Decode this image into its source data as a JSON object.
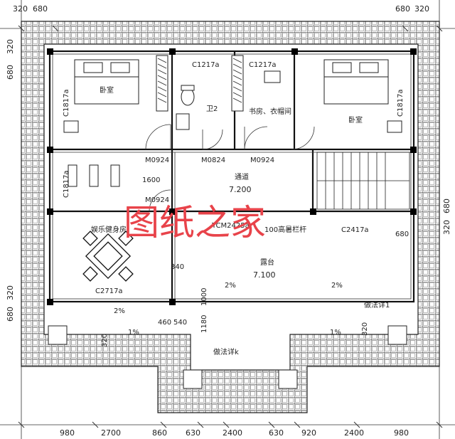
{
  "dims_top": [
    "320",
    "680",
    "680",
    "320"
  ],
  "dims_bottom": [
    "980",
    "2700",
    "860",
    "630",
    "2400",
    "630",
    "920",
    "2400",
    "980"
  ],
  "dims_left": [
    "320",
    "680",
    "320",
    "680"
  ],
  "dims_right": [
    "680",
    "320"
  ],
  "windows": {
    "c1217_left": "C1217a",
    "c1217_right": "C1217a",
    "c1817_tl": "C1817a",
    "c1817_tr": "C1817a",
    "c1817_ml": "C1817a",
    "c2417": "C2417a",
    "c2717": "C2717a",
    "tcm2425": "TCM2425a"
  },
  "doors": [
    "M0924",
    "M0824",
    "M0924",
    "M0924"
  ],
  "rooms": {
    "bedroom_left": "卧室",
    "bedroom_right": "卧室",
    "wc": "卫2",
    "study": "书房、衣帽间",
    "corridor": "通道",
    "corridor_level": "7.200",
    "terrace": "露台",
    "terrace_level": "7.100",
    "gym": "娱乐健身房"
  },
  "misc": {
    "d1600": "1600",
    "d680_mid": "680",
    "rail": "100高暑栏杆",
    "slope_a": "2%",
    "slope_b": "2%",
    "slope_c": "2%",
    "slope_d": "1%",
    "slope_e": "1%",
    "d340": "340",
    "d1000": "1000",
    "d1180": "1180",
    "d460": "460",
    "d540": "540",
    "d320a": "320",
    "d320b": "320",
    "note_k": "做法详k",
    "note_1": "做法详1"
  },
  "watermark": "图纸之家"
}
